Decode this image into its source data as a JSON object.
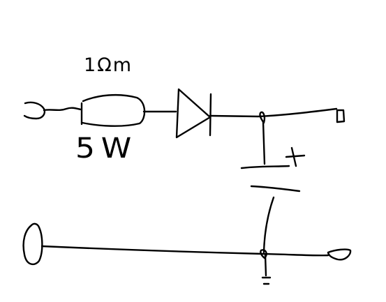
{
  "diagram": {
    "type": "circuit-schematic",
    "style": "hand-drawn",
    "ink_color": "#000000",
    "background_color": "#ffffff",
    "resistor": {
      "value_label": "1Ωm",
      "power_label": "5W"
    },
    "diode": {},
    "capacitor": {
      "polarity_label": "+"
    },
    "ground": {}
  }
}
